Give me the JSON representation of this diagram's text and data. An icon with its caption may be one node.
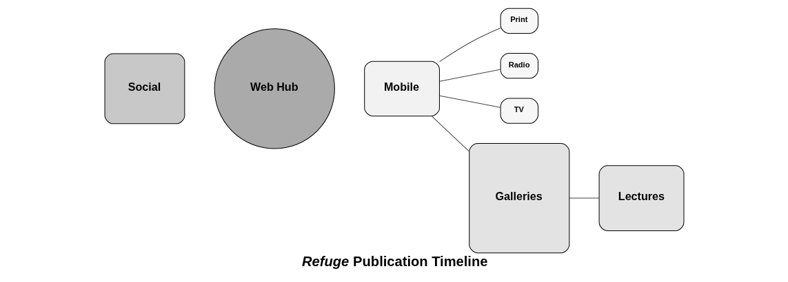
{
  "diagram": {
    "title": "*Refuge* Publication Timeline",
    "nodes": [
      {
        "text": [
          "Social"
        ]
      },
      {
        "text": [
          "Web Hub"
        ]
      },
      {
        "text": [
          "Mobile"
        ]
      },
      {
        "text": [
          "Print"
        ]
      },
      {
        "text": [
          "Radio"
        ]
      },
      {
        "text": [
          "TV"
        ]
      },
      {
        "text": [
          "Galleries"
        ]
      },
      {
        "text": [
          "Lectures"
        ]
      }
    ],
    "edges": [
      {
        "from": 2,
        "to": 3,
        "arrow": "none"
      },
      {
        "from": 2,
        "to": 4,
        "arrow": "none"
      },
      {
        "from": 2,
        "to": 5,
        "arrow": "none"
      },
      {
        "from": 2,
        "to": 6,
        "arrow": "none"
      },
      {
        "from": 6,
        "to": 7,
        "arrow": "none"
      }
    ]
  }
}
